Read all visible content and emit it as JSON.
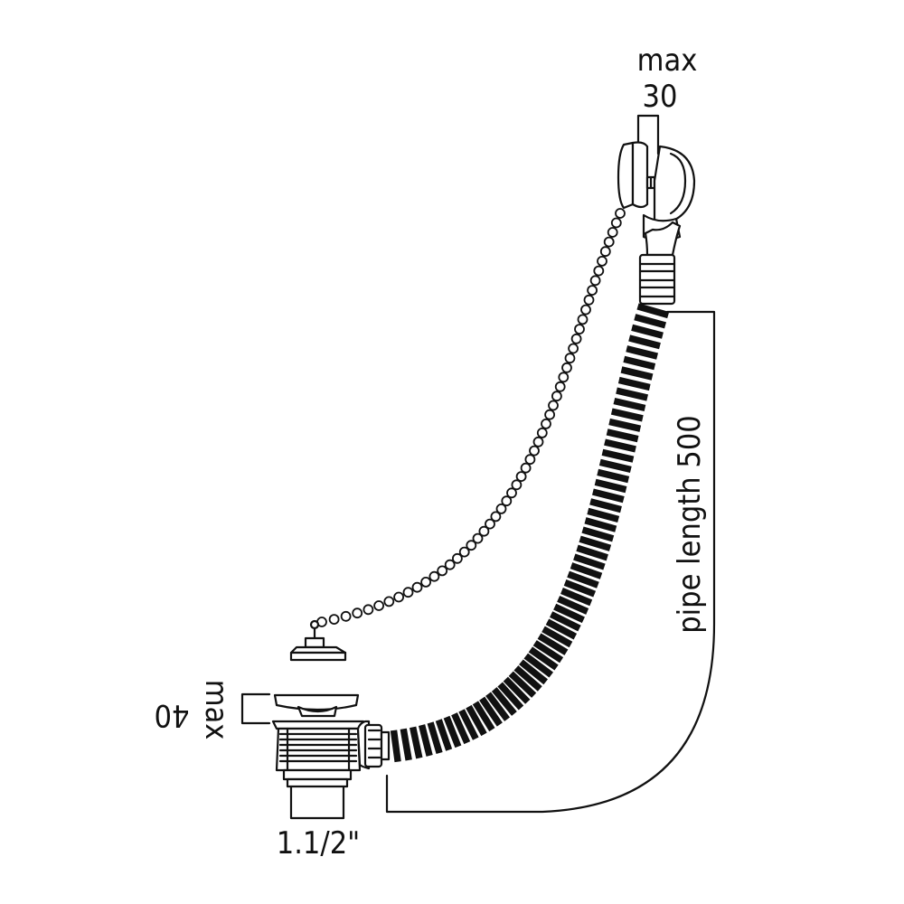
{
  "labels": {
    "overflow_max_line1": "max",
    "overflow_max_line2": "30",
    "pipe_length": "pipe length 500",
    "waste_max_line1": "max",
    "waste_max_line2": "40",
    "thread_size": "1.1/2\""
  },
  "colors": {
    "line": "#111111",
    "background": "#ffffff"
  }
}
